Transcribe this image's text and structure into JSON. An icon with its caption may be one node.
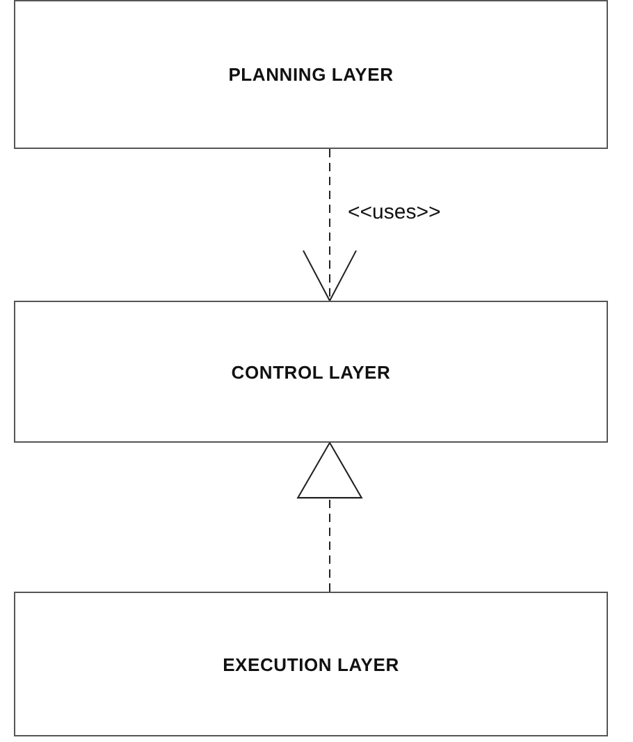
{
  "diagram": {
    "nodes": [
      {
        "text": [
          "PLANNING LAYER"
        ]
      },
      {
        "text": [
          "CONTROL LAYER"
        ]
      },
      {
        "text": [
          "EXECUTION LAYER"
        ]
      }
    ],
    "edges": [
      {
        "from": 0,
        "to": 1,
        "arrow": "to",
        "style": "dashed",
        "label": "<<uses>>"
      },
      {
        "from": 2,
        "to": 1,
        "arrow": "to",
        "style": "dashed"
      }
    ]
  }
}
